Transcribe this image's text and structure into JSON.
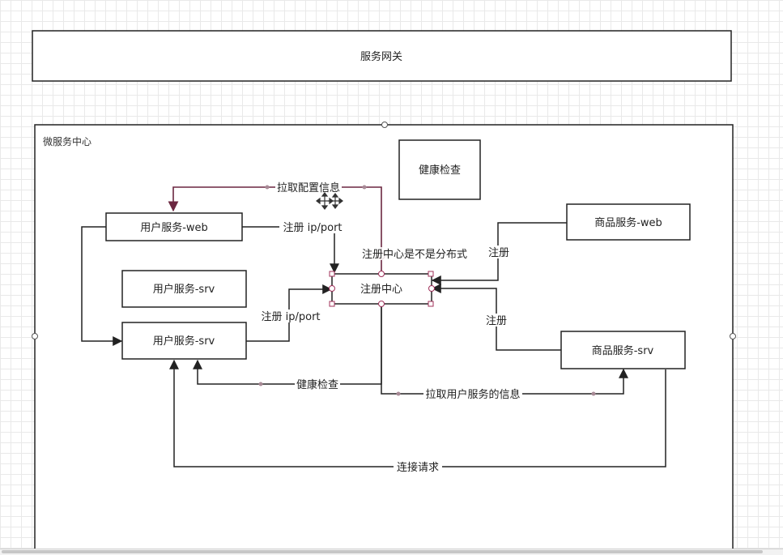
{
  "nodes": {
    "gateway": "服务网关",
    "microservice_center": "微服务中心",
    "health_check_box": "健康检查",
    "user_web": "用户服务-web",
    "user_srv_1": "用户服务-srv",
    "user_srv_2": "用户服务-srv",
    "registry": "注册中心",
    "goods_web": "商品服务-web",
    "goods_srv": "商品服务-srv"
  },
  "edges": {
    "pull_config": "拉取配置信息",
    "register_ip_port_1": "注册 ip/port",
    "register_ip_port_2": "注册 ip/port",
    "registry_distributed": "注册中心是不是分布式",
    "register_goods_web": "注册",
    "register_goods_srv": "注册",
    "health_check_edge": "健康检查",
    "pull_user_service_info": "拉取用户服务的信息",
    "connect_request": "连接请求"
  },
  "colors": {
    "stroke": "#222222",
    "selected_edge": "#6b2740",
    "handle": "#a0305a",
    "waypoint": "#a88a96",
    "grid": "#e9e9e9"
  }
}
